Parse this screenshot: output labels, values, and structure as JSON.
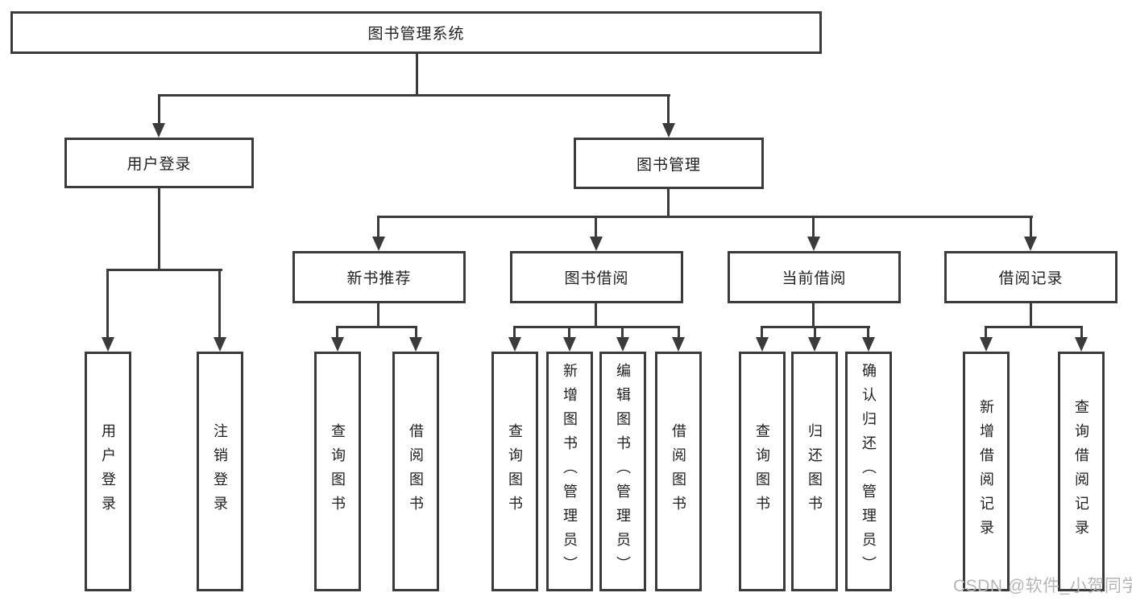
{
  "root": {
    "label": "图书管理系统"
  },
  "userBranch": {
    "label": "用户登录",
    "leaves": [
      "用户登录",
      "注销登录"
    ]
  },
  "bookBranch": {
    "label": "图书管理",
    "sections": [
      {
        "label": "新书推荐",
        "leaves": [
          "查询图书",
          "借阅图书"
        ]
      },
      {
        "label": "图书借阅",
        "leaves": [
          "查询图书",
          "新增图书（管理员）",
          "编辑图书（管理员）",
          "借阅图书"
        ]
      },
      {
        "label": "当前借阅",
        "leaves": [
          "查询图书",
          "归还图书",
          "确认归还（管理员）"
        ]
      },
      {
        "label": "借阅记录",
        "leaves": [
          "新增借阅记录",
          "查询借阅记录"
        ]
      }
    ]
  },
  "watermark": "CSDN @软件_小贺同学",
  "colors": {
    "line": "#3b3b3b",
    "text": "#1f1f1f",
    "watermark": "#b5b5b5"
  }
}
